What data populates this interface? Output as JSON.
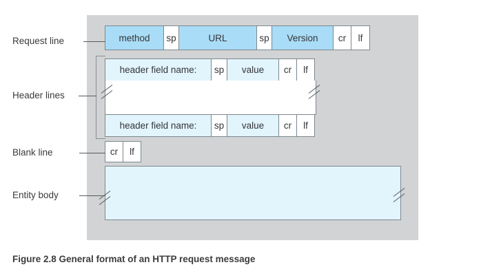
{
  "figure": {
    "caption": "Figure 2.8 General format of an HTTP request message",
    "background_color": "#d2d3d4",
    "accent_color": "#a9dcf6",
    "secondary_color": "#e2f4fc",
    "border_color": "#7c878e"
  },
  "labels": {
    "request_line": "Request line",
    "header_lines": "Header lines",
    "blank_line": "Blank line",
    "entity_body": "Entity body"
  },
  "rows": {
    "request_line": {
      "cells": [
        {
          "text": "method",
          "fill": "blue",
          "width": 86
        },
        {
          "text": "sp",
          "fill": "white",
          "width": 23
        },
        {
          "text": "URL",
          "fill": "blue",
          "width": 114
        },
        {
          "text": "sp",
          "fill": "white",
          "width": 23
        },
        {
          "text": "Version",
          "fill": "blue",
          "width": 90
        },
        {
          "text": "cr",
          "fill": "white",
          "width": 27
        },
        {
          "text": "lf",
          "fill": "white",
          "width": 28
        }
      ]
    },
    "header_line_1": {
      "cells": [
        {
          "text": "header field name:",
          "fill": "lblue",
          "width": 155
        },
        {
          "text": "sp",
          "fill": "white",
          "width": 24
        },
        {
          "text": "value",
          "fill": "lblue",
          "width": 76
        },
        {
          "text": "cr",
          "fill": "white",
          "width": 27
        },
        {
          "text": "lf",
          "fill": "white",
          "width": 27
        }
      ]
    },
    "header_line_2": {
      "cells": [
        {
          "text": "header field name:",
          "fill": "lblue",
          "width": 155
        },
        {
          "text": "sp",
          "fill": "white",
          "width": 24
        },
        {
          "text": "value",
          "fill": "lblue",
          "width": 76
        },
        {
          "text": "cr",
          "fill": "white",
          "width": 27
        },
        {
          "text": "lf",
          "fill": "white",
          "width": 27
        }
      ]
    },
    "blank_line": {
      "cells": [
        {
          "text": "cr",
          "fill": "white",
          "width": 27
        },
        {
          "text": "lf",
          "fill": "white",
          "width": 27
        }
      ]
    }
  }
}
